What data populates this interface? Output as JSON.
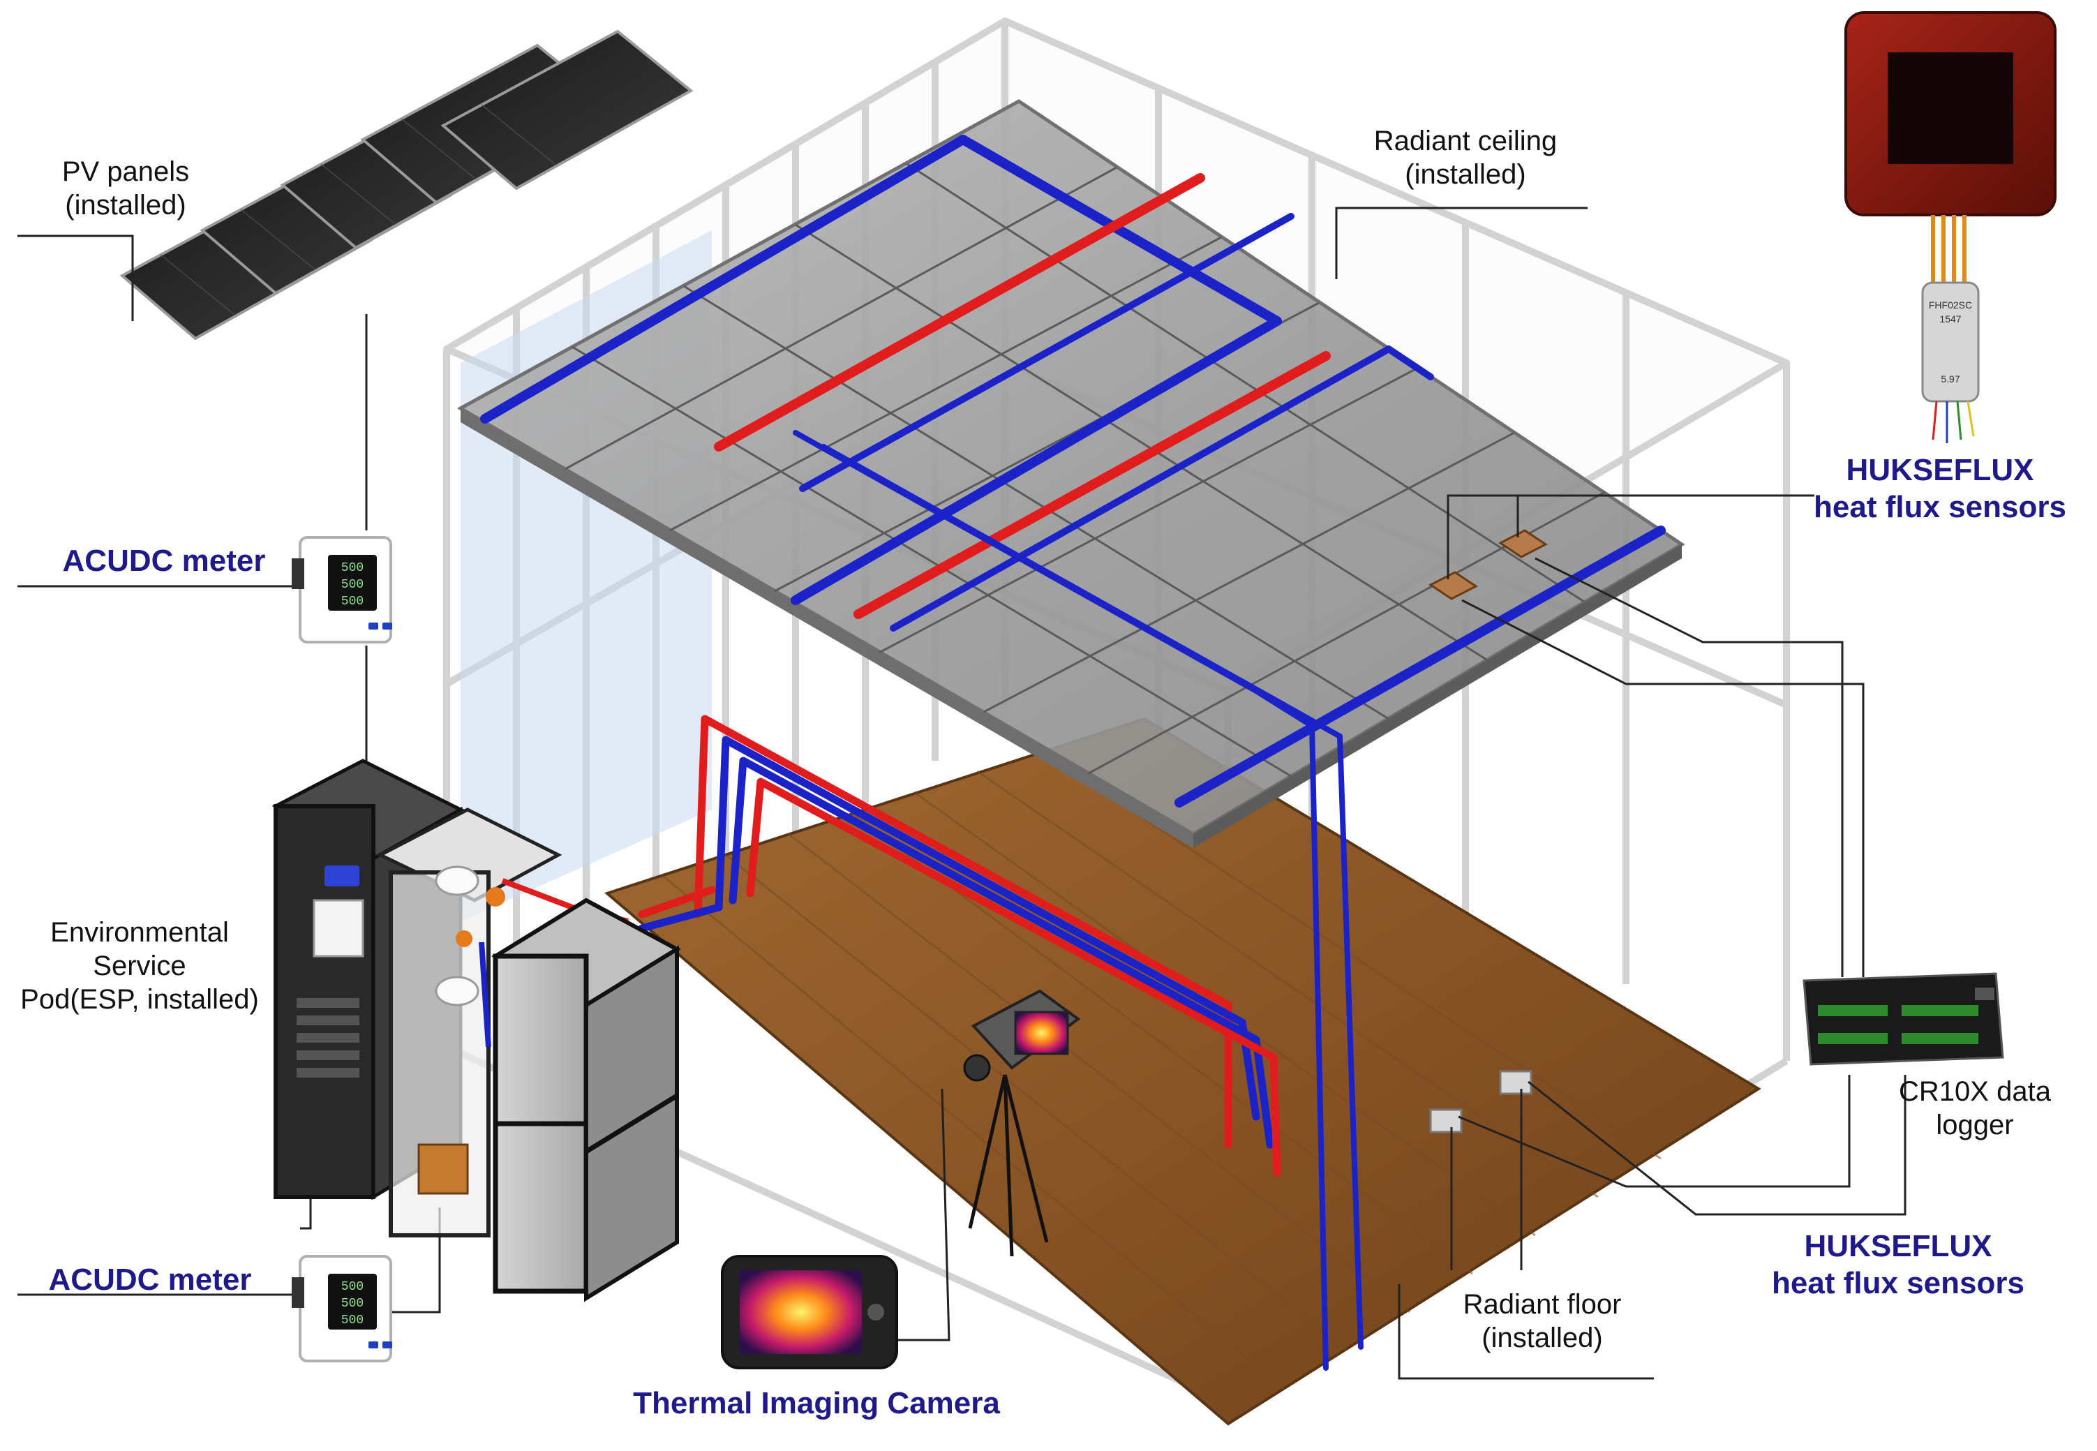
{
  "labels": {
    "pv_panels": [
      "PV panels",
      "(installed)"
    ],
    "radiant_ceiling": [
      "Radiant ceiling",
      "(installed)"
    ],
    "hukseflux_top": [
      "HUKSEFLUX",
      "heat flux sensors"
    ],
    "acudc_meter_top": "ACUDC meter",
    "esp": [
      "Environmental",
      "Service",
      "Pod(ESP, installed)"
    ],
    "cr10x": [
      "CR10X data",
      "logger"
    ],
    "acudc_meter_bottom": "ACUDC meter",
    "hukseflux_bottom": [
      "HUKSEFLUX",
      "heat flux sensors"
    ],
    "radiant_floor": [
      "Radiant floor",
      "(installed)"
    ],
    "thermal_camera": "Thermal Imaging Camera"
  },
  "sensor_device": {
    "model": "FHF02SC",
    "serial": "1547",
    "sensitivity": "5.97"
  },
  "meter_display": [
    "500",
    "500",
    "500"
  ],
  "colors": {
    "supply_pipe": "#e01c1c",
    "return_pipe": "#1a22c8",
    "floor_wood": "#8a5a2b",
    "ceiling_panel": "#a8a8a8",
    "label_accent": "#1f1a8a"
  }
}
